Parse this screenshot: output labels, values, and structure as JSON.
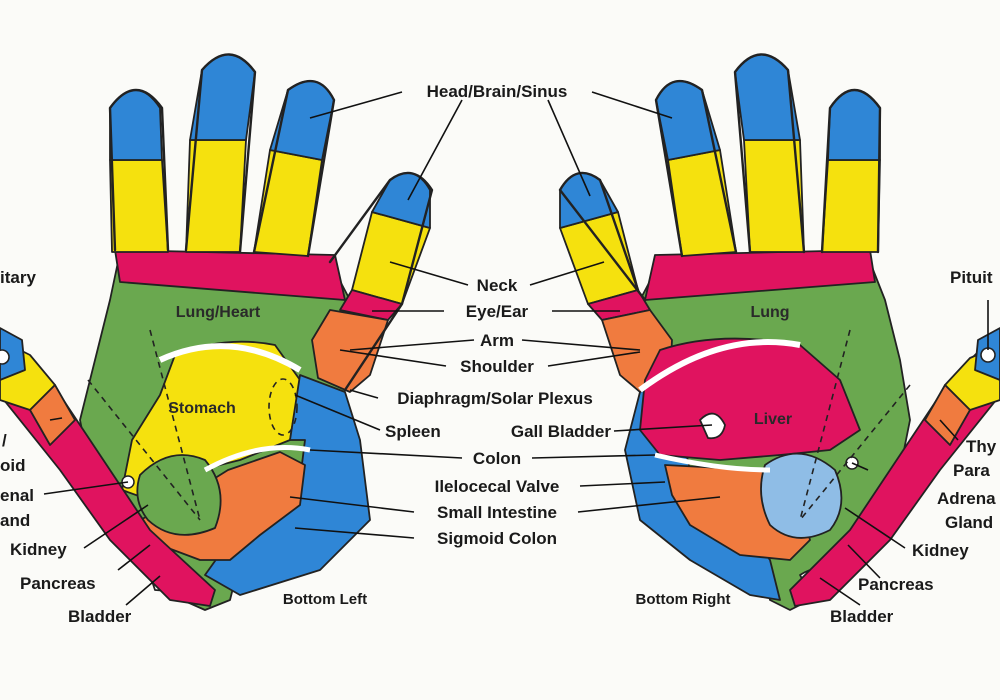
{
  "colors": {
    "fingertip": "#2f86d6",
    "finger_band": "#f5e10e",
    "ridge": "#e0135f",
    "lung_zone": "#6aa84f",
    "shoulder_zone": "#f07b3f",
    "liver": "#e0135f",
    "kidney_zone": "#8fbde6",
    "outline": "#222222",
    "background": "#fbfbf8"
  },
  "labels": {
    "head_brain_sinus": "Head/Brain/Sinus",
    "neck": "Neck",
    "eye_ear": "Eye/Ear",
    "arm": "Arm",
    "shoulder": "Shoulder",
    "diaphragm": "Diaphragm/Solar Plexus",
    "spleen": "Spleen",
    "gall_bladder": "Gall Bladder",
    "colon": "Colon",
    "ileocecal_valve": "Ilelocecal Valve",
    "small_intestine": "Small Intestine",
    "sigmoid_colon": "Sigmoid Colon",
    "bottom_left": "Bottom Left",
    "bottom_right": "Bottom Right"
  },
  "left_hand": {
    "lung_heart": "Lung/Heart",
    "stomach": "Stomach",
    "pituitary": "itary",
    "thyroid_top": "/",
    "thyroid_bottom": "oid",
    "adrenal_top": "enal",
    "adrenal_bottom": "and",
    "kidney": "Kidney",
    "pancreas": "Pancreas",
    "bladder": "Bladder"
  },
  "right_hand": {
    "lung": "Lung",
    "liver": "Liver",
    "pituitary": "Pituit",
    "thyroid_top": "Thy",
    "thyroid_bottom": "Para",
    "adrenal_top": "Adrena",
    "adrenal_bottom": "Gland",
    "kidney": "Kidney",
    "pancreas": "Pancreas",
    "bladder": "Bladder"
  }
}
